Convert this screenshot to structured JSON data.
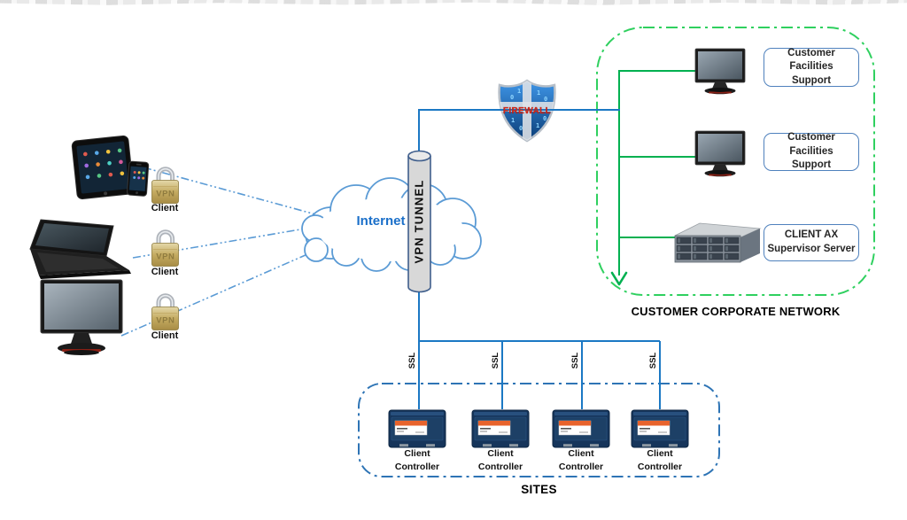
{
  "colors": {
    "blue_line": "#1b78c4",
    "soft_blue": "#5b9bd5",
    "green_line": "#00b050",
    "green_border": "#2fd05f",
    "sites_border": "#2e74b5",
    "internet_text": "#1a6fc9",
    "labelbox_border": "#4f81bd",
    "firewall_text": "#e02717",
    "lock_gold": "#c4ab61",
    "tunnel_fill": "#d8d8d8"
  },
  "clients": {
    "lock_text": "VPN",
    "items": [
      {
        "device": "tablet-and-phone",
        "label": "Client"
      },
      {
        "device": "laptop",
        "label": "Client"
      },
      {
        "device": "desktop-monitor",
        "label": "Client"
      }
    ]
  },
  "internet": {
    "label": "Internet"
  },
  "vpn_tunnel": {
    "label": "VPN TUNNEL"
  },
  "firewall": {
    "label": "FIREWALL"
  },
  "corporate_network": {
    "title": "CUSTOMER CORPORATE NETWORK",
    "nodes": [
      {
        "type": "workstation",
        "line1": "Customer Facilities",
        "line2": "Support"
      },
      {
        "type": "workstation",
        "line1": "Customer Facilities",
        "line2": "Support"
      },
      {
        "type": "server",
        "line1": "CLIENT AX",
        "line2": "Supervisor Server"
      }
    ]
  },
  "sites": {
    "title": "SITES",
    "ssl_label": "SSL",
    "controllers": [
      {
        "line1": "Client",
        "line2": "Controller"
      },
      {
        "line1": "Client",
        "line2": "Controller"
      },
      {
        "line1": "Client",
        "line2": "Controller"
      },
      {
        "line1": "Client",
        "line2": "Controller"
      }
    ]
  }
}
